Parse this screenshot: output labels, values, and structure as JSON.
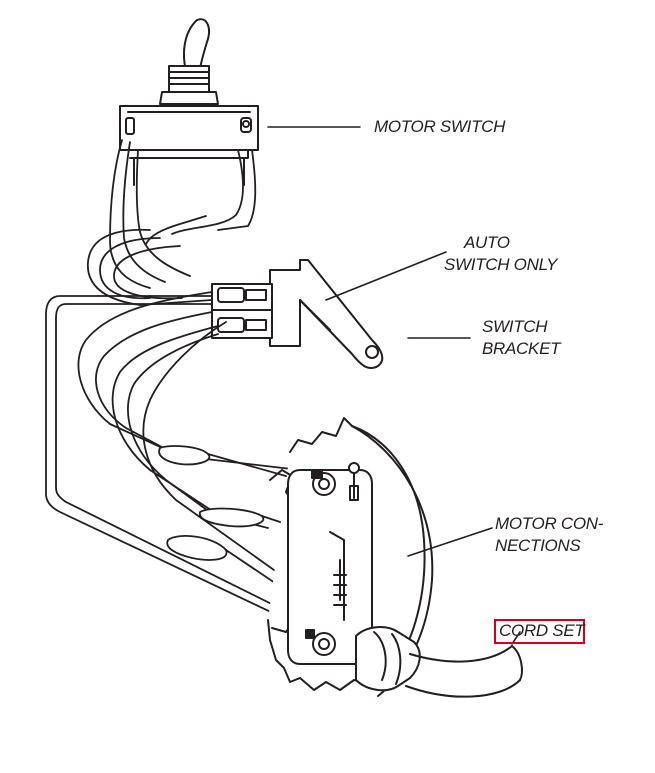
{
  "diagram": {
    "labels": {
      "motor_switch": "MOTOR SWITCH",
      "auto_switch": [
        "AUTO",
        "SWITCH ONLY"
      ],
      "switch_bracket": [
        "SWITCH",
        "BRACKET"
      ],
      "motor_connections": [
        "MOTOR CON-",
        "NECTIONS"
      ],
      "cord_set": "CORD SET"
    },
    "colors": {
      "line": "#231f20",
      "highlight": "#d0021b",
      "background": "#ffffff"
    }
  }
}
